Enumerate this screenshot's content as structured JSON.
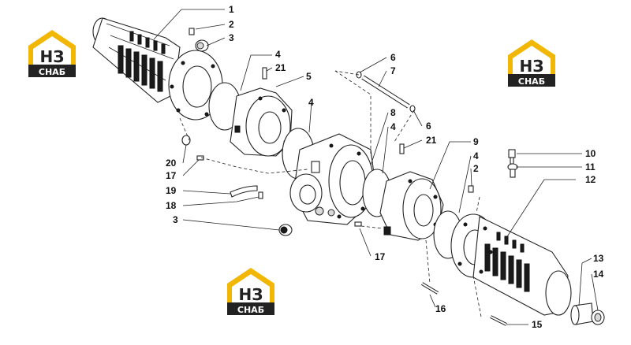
{
  "logo": {
    "letters": "НЗ",
    "caption": "СНАБ",
    "colors": {
      "yellow": "#f2b705",
      "dark": "#222222"
    }
  },
  "callouts": {
    "c1": "1",
    "c2a": "2",
    "c3a": "3",
    "c4a": "4",
    "c21a": "21",
    "c5": "5",
    "c4b": "4",
    "c6a": "6",
    "c7": "7",
    "c6b": "6",
    "c8": "8",
    "c4c": "4",
    "c21b": "21",
    "c9": "9",
    "c4d": "4",
    "c2b": "2",
    "c10": "10",
    "c11": "11",
    "c12": "12",
    "c20": "20",
    "c17a": "17",
    "c19": "19",
    "c18": "18",
    "c3b": "3",
    "c17b": "17",
    "c16": "16",
    "c15": "15",
    "c13": "13",
    "c14": "14"
  }
}
